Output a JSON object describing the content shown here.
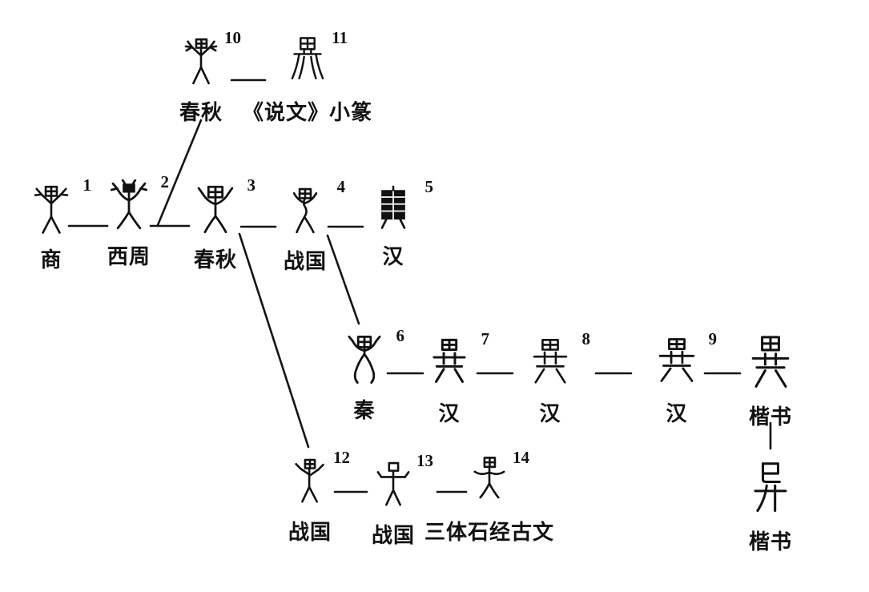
{
  "figure": {
    "description": "Evolution chart of the Chinese character 異 / 异 through historical scripts",
    "char_traditional": "異",
    "char_simplified": "异"
  },
  "nodes": [
    {
      "id": "1",
      "num": "1",
      "period": "商",
      "glyph": "oracle-bone-figure"
    },
    {
      "id": "2",
      "num": "2",
      "period": "西周",
      "glyph": "bronze-figure"
    },
    {
      "id": "3",
      "num": "3",
      "period": "春秋",
      "glyph": "spring-autumn-figure"
    },
    {
      "id": "4",
      "num": "4",
      "period": "战国",
      "glyph": "warring-states-seal"
    },
    {
      "id": "5",
      "num": "5",
      "period": "汉",
      "glyph": "han-dense-clerical"
    },
    {
      "id": "6",
      "num": "6",
      "period": "秦",
      "glyph": "qin-small-seal"
    },
    {
      "id": "7",
      "num": "7",
      "period": "汉",
      "glyph": "han-clerical-1"
    },
    {
      "id": "8",
      "num": "8",
      "period": "汉",
      "glyph": "han-clerical-2"
    },
    {
      "id": "9",
      "num": "9",
      "period": "汉",
      "glyph": "han-clerical-3"
    },
    {
      "id": "10",
      "num": "10",
      "period": "春秋",
      "glyph": "spring-autumn-figure-2"
    },
    {
      "id": "11",
      "num": "11",
      "period": "《说文》小篆",
      "glyph": "shuowen-small-seal"
    },
    {
      "id": "12",
      "num": "12",
      "period": "战国",
      "glyph": "warring-states-figure-1"
    },
    {
      "id": "13",
      "num": "13",
      "period": "战国",
      "glyph": "warring-states-figure-2"
    },
    {
      "id": "14",
      "num": "14",
      "period": "三体石经古文",
      "glyph": "stone-classics-ancient"
    },
    {
      "id": "15",
      "num": "",
      "period": "楷书",
      "glyph": "kaishu-traditional",
      "char": "異"
    },
    {
      "id": "16",
      "num": "",
      "period": "楷书",
      "glyph": "kaishu-simplified",
      "char": "异"
    }
  ],
  "edges": [
    {
      "from": "10",
      "to": "11",
      "type": "horizontal"
    },
    {
      "from": "1",
      "to": "2",
      "type": "horizontal"
    },
    {
      "from": "2",
      "to": "3",
      "type": "horizontal"
    },
    {
      "from": "3",
      "to": "4",
      "type": "horizontal"
    },
    {
      "from": "4",
      "to": "5",
      "type": "horizontal"
    },
    {
      "from": "6",
      "to": "7",
      "type": "horizontal"
    },
    {
      "from": "7",
      "to": "8",
      "type": "horizontal"
    },
    {
      "from": "8",
      "to": "9",
      "type": "horizontal"
    },
    {
      "from": "9",
      "to": "15",
      "type": "horizontal"
    },
    {
      "from": "12",
      "to": "13",
      "type": "horizontal"
    },
    {
      "from": "13",
      "to": "14",
      "type": "horizontal"
    },
    {
      "from": "15",
      "to": "16",
      "type": "vertical"
    },
    {
      "from": "2",
      "to": "10",
      "type": "diagonal"
    },
    {
      "from": "3",
      "to": "12",
      "type": "diagonal"
    },
    {
      "from": "4",
      "to": "6",
      "type": "diagonal"
    }
  ],
  "colors": {
    "ink": "#111111",
    "background": "#ffffff"
  }
}
